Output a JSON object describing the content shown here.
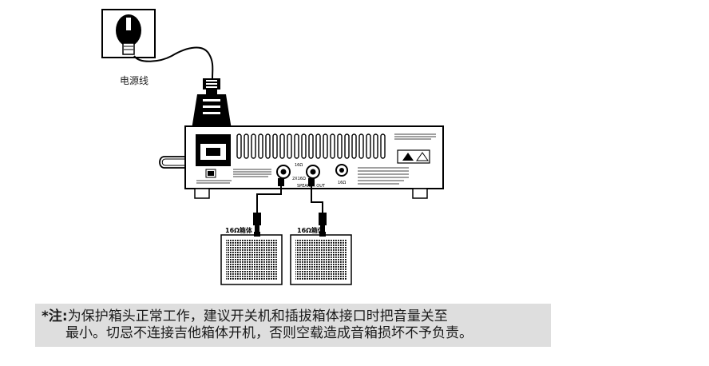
{
  "power_cord_label": "电源线",
  "amp_jacks": {
    "left_label": "16Ω",
    "mid_label": "2X16Ω",
    "right_label": "16Ω",
    "section_label": "SPEAKER OUT"
  },
  "speakers": [
    {
      "label": "16Ω箱体"
    },
    {
      "label": "16Ω箱体"
    }
  ],
  "note": {
    "prefix": "*注:",
    "line1": "为保护箱头正常工作，建议开关机和插拔箱体接口时把音量关至",
    "line2": "最小。切忌不连接吉他箱体开机，否则空载造成音箱损坏不予负责。"
  }
}
